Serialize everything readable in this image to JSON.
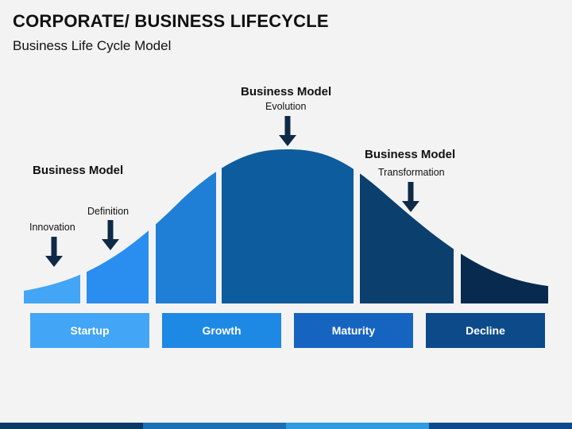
{
  "title": "CORPORATE/ BUSINESS LIFECYCLE",
  "subtitle": "Business Life Cycle Model",
  "labels": {
    "model_left": "Business Model",
    "innovation": "Innovation",
    "definition": "Definition",
    "model_top": "Business Model",
    "evolution": "Evolution",
    "model_right": "Business Model",
    "transformation": "Transformation"
  },
  "stages": [
    {
      "label": "Startup",
      "color": "#42a5f5"
    },
    {
      "label": "Growth",
      "color": "#1e88e5"
    },
    {
      "label": "Maturity",
      "color": "#1565c0"
    },
    {
      "label": "Decline",
      "color": "#0d4a8a"
    }
  ],
  "curve_colors": [
    "#42a5f5",
    "#2a8ef0",
    "#1f7fd6",
    "#0d5c9e",
    "#0a3f6e",
    "#082a4f"
  ],
  "arrow_color": "#0e2a47",
  "footer_colors": [
    "#0b3a66",
    "#1b6fb5",
    "#2f9be0",
    "#0d4a8a"
  ]
}
